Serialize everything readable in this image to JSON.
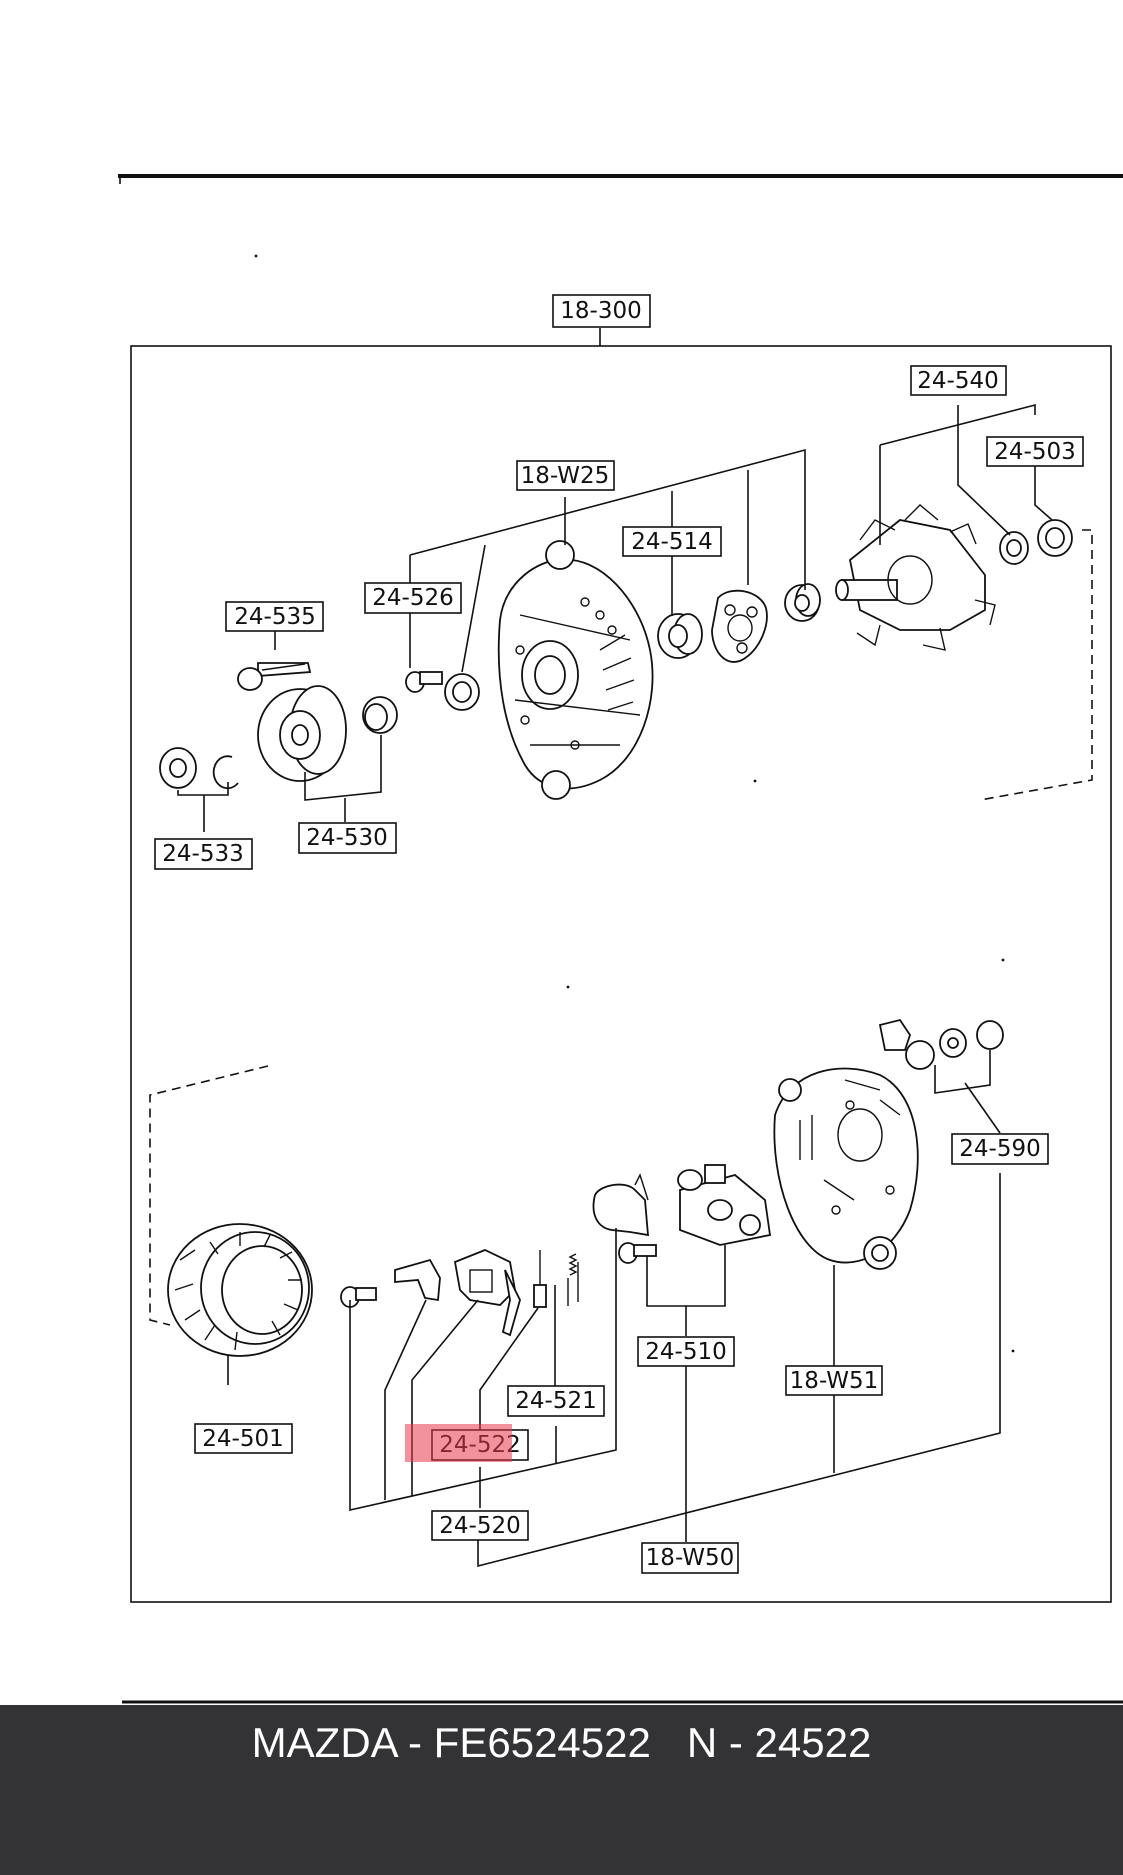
{
  "labels": {
    "l18_300": "18-300",
    "l24_540": "24-540",
    "l24_503": "24-503",
    "l18_W25": "18-W25",
    "l24_514": "24-514",
    "l24_526": "24-526",
    "l24_535": "24-535",
    "l24_533": "24-533",
    "l24_530": "24-530",
    "l24_590": "24-590",
    "l24_510": "24-510",
    "l18_W51": "18-W51",
    "l24_521": "24-521",
    "l24_501": "24-501",
    "l24_522": "24-522",
    "l24_520": "24-520",
    "l18_W50": "18-W50"
  },
  "highlight": {
    "part": "24-522",
    "color": "#e8384a"
  },
  "footer": {
    "part_text": "MAZDA - FE6524522",
    "number_text": "N - 24522"
  },
  "colors": {
    "footer_bg": "#333335",
    "footer_text": "#ffffff"
  }
}
